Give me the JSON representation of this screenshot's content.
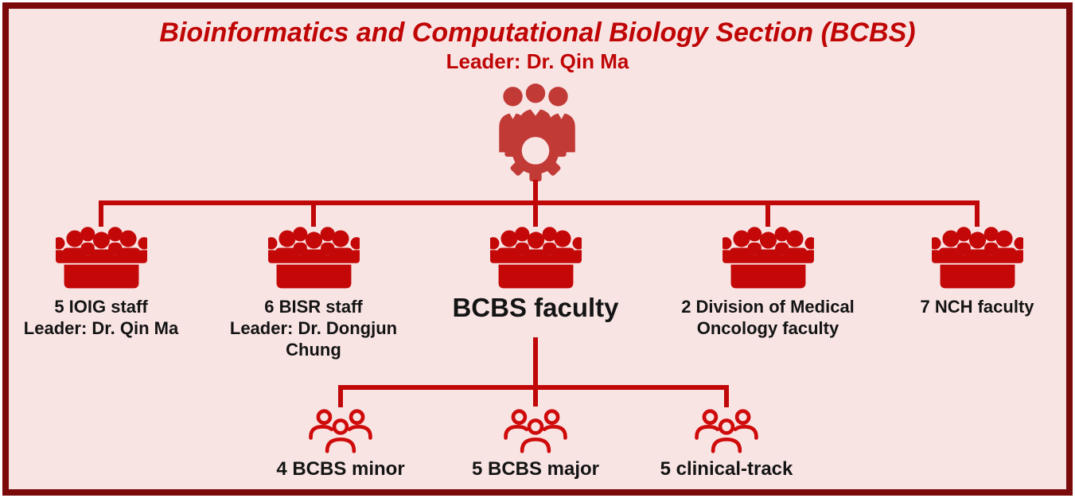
{
  "title": "Bioinformatics and Computational Biology Section (BCBS)",
  "subtitle": "Leader: Dr. Qin Ma",
  "root": {
    "icon": "team-gear-icon"
  },
  "groups": [
    {
      "name": "5 IOIG staff",
      "leader": "Leader: Dr. Qin Ma",
      "icon": "audience-icon"
    },
    {
      "name": "6 BISR staff",
      "leader": "Leader: Dr. Dongjun Chung",
      "icon": "audience-icon"
    },
    {
      "name": "BCBS faculty",
      "leader": "",
      "icon": "audience-icon"
    },
    {
      "name": "2 Division of Medical Oncology faculty",
      "leader": "",
      "icon": "audience-icon"
    },
    {
      "name": "7 NCH faculty",
      "leader": "",
      "icon": "audience-icon"
    }
  ],
  "subgroups": [
    {
      "name": "4 BCBS minor",
      "icon": "people-outline-icon"
    },
    {
      "name": "5 BCBS major",
      "icon": "people-outline-icon"
    },
    {
      "name": "5 clinical-track",
      "icon": "people-outline-icon"
    }
  ],
  "palette": {
    "background": "#f9e4e4",
    "border": "#7b0b0b",
    "heading_red": "#c00505",
    "connector_red": "#c10808",
    "solid_icon_red": "#c40808",
    "outline_icon_red": "#cf0a0a",
    "root_icon_red": "#c13a36",
    "label_black": "#141414"
  }
}
